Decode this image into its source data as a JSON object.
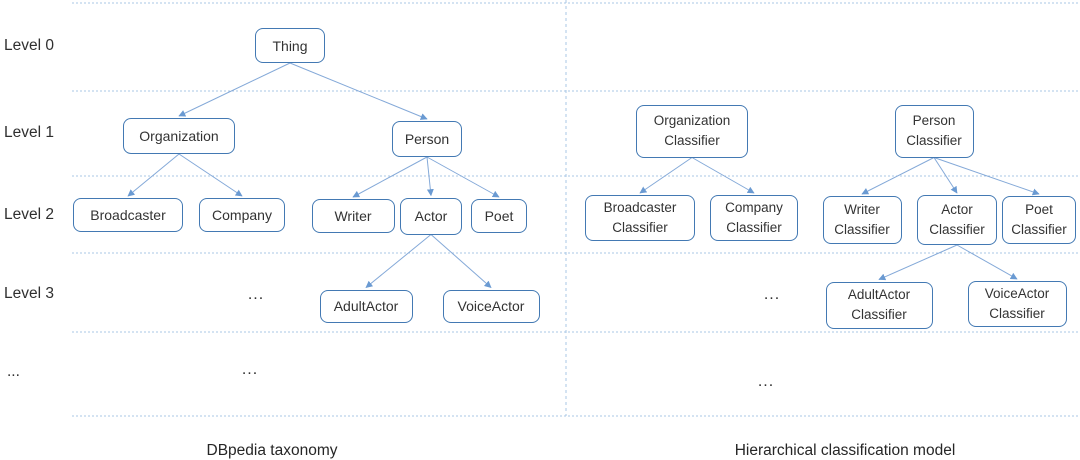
{
  "colors": {
    "box_border": "#4379b3",
    "box_fill": "#ffffff",
    "arrow_line": "#84a9d8",
    "arrow_head": "#6a9ad2",
    "grid_line": "#a9c7e5",
    "text": "#333333"
  },
  "levels": [
    {
      "label": "Level 0"
    },
    {
      "label": "Level 1"
    },
    {
      "label": "Level 2"
    },
    {
      "label": "Level 3"
    },
    {
      "label": "..."
    }
  ],
  "diagram": {
    "left": {
      "caption": "DBpedia taxonomy",
      "nodes": [
        {
          "id": "thing",
          "label": "Thing"
        },
        {
          "id": "organization",
          "label": "Organization"
        },
        {
          "id": "person",
          "label": "Person"
        },
        {
          "id": "broadcaster",
          "label": "Broadcaster"
        },
        {
          "id": "company",
          "label": "Company"
        },
        {
          "id": "writer",
          "label": "Writer"
        },
        {
          "id": "actor",
          "label": "Actor"
        },
        {
          "id": "poet",
          "label": "Poet"
        },
        {
          "id": "adultactor",
          "label": "AdultActor"
        },
        {
          "id": "voiceactor",
          "label": "VoiceActor"
        }
      ],
      "edges": [
        [
          "thing",
          "organization"
        ],
        [
          "thing",
          "person"
        ],
        [
          "organization",
          "broadcaster"
        ],
        [
          "organization",
          "company"
        ],
        [
          "person",
          "writer"
        ],
        [
          "person",
          "actor"
        ],
        [
          "person",
          "poet"
        ],
        [
          "actor",
          "adultactor"
        ],
        [
          "actor",
          "voiceactor"
        ]
      ],
      "ellipses": [
        {
          "id": "tax_l3",
          "text": "..."
        },
        {
          "id": "tax_bottom",
          "text": "..."
        }
      ]
    },
    "right": {
      "caption": "Hierarchical classification model",
      "nodes": [
        {
          "id": "org_clf",
          "label": "Organization Classifier"
        },
        {
          "id": "person_clf",
          "label": "Person Classifier"
        },
        {
          "id": "broadcaster_clf",
          "label": "Broadcaster Classifier"
        },
        {
          "id": "company_clf",
          "label": "Company Classifier"
        },
        {
          "id": "writer_clf",
          "label": "Writer Classifier"
        },
        {
          "id": "actor_clf",
          "label": "Actor Classifier"
        },
        {
          "id": "poet_clf",
          "label": "Poet Classifier"
        },
        {
          "id": "adultactor_clf",
          "label": "AdultActor Classifier"
        },
        {
          "id": "voiceactor_clf",
          "label": "VoiceActor Classifier"
        }
      ],
      "edges": [
        [
          "org_clf",
          "broadcaster_clf"
        ],
        [
          "org_clf",
          "company_clf"
        ],
        [
          "person_clf",
          "writer_clf"
        ],
        [
          "person_clf",
          "actor_clf"
        ],
        [
          "person_clf",
          "poet_clf"
        ],
        [
          "actor_clf",
          "adultactor_clf"
        ],
        [
          "actor_clf",
          "voiceactor_clf"
        ]
      ],
      "ellipses": [
        {
          "id": "clf_l3",
          "text": "..."
        },
        {
          "id": "clf_bottom",
          "text": "..."
        }
      ]
    }
  }
}
